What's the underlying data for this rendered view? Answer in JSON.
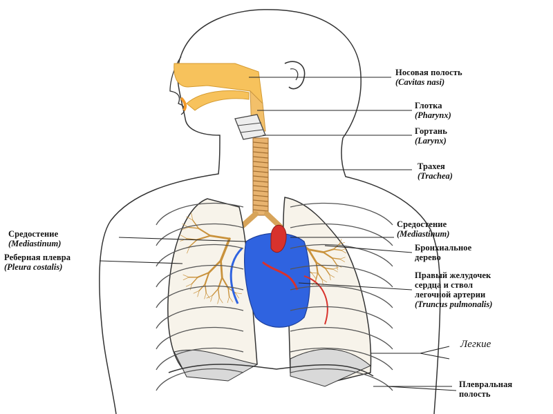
{
  "diagram": {
    "labels": [
      {
        "key": "nasal",
        "ru": "Носовая полость",
        "la": "(Cavitas nasi)"
      },
      {
        "key": "pharynx",
        "ru": "Глотка",
        "la": "(Pharynx)"
      },
      {
        "key": "larynx",
        "ru": "Гортань",
        "la": "(Larynx)"
      },
      {
        "key": "trachea",
        "ru": "Трахея",
        "la": "(Trachea)"
      },
      {
        "key": "mediastinum-right",
        "ru": "Средостение",
        "la": "(Mediastinum)"
      },
      {
        "key": "bronchial-tree",
        "ru": "Бронхиальное",
        "la": "дерево"
      },
      {
        "key": "truncus",
        "lines": [
          "Правый желудочек",
          "сердца и ствол",
          "легочной артерии",
          "(Truncus pulmonalis)"
        ]
      },
      {
        "key": "lungs",
        "ru": "Легкие"
      },
      {
        "key": "pleural-cavity",
        "ru": "Плевральная",
        "la": "полость"
      },
      {
        "key": "mediastinum-left",
        "ru": "Средостение",
        "la": "(Mediastinum)"
      },
      {
        "key": "pleura-costalis",
        "ru": "Реберная плевра",
        "la": "(Pleura costalis)"
      }
    ]
  },
  "colors": {
    "nasal_cavity": "#f7c25c",
    "trachea": "#e8b36f",
    "heart_blue": "#2f63e0",
    "heart_red": "#d8322c",
    "bronchi": "#c9923c",
    "outline": "#333333"
  }
}
